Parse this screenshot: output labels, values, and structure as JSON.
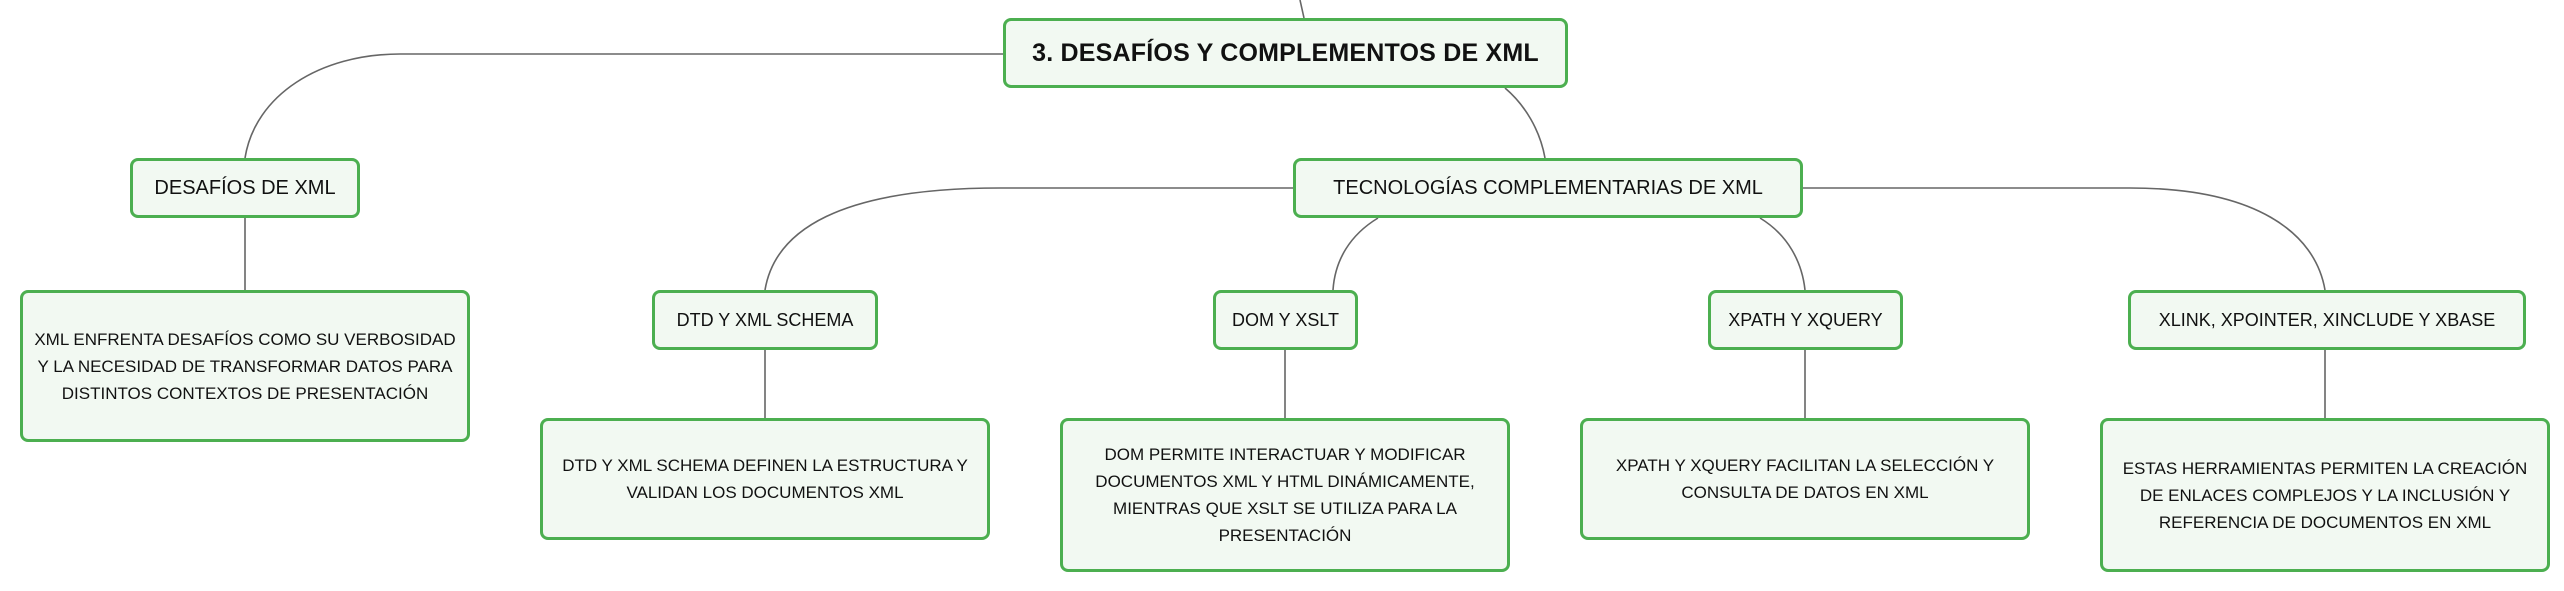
{
  "colors": {
    "node_border": "#4caf50",
    "node_fill": "#f2f9f2",
    "connector": "#666666"
  },
  "root": {
    "label": "3. DESAFÍOS Y COMPLEMENTOS DE XML"
  },
  "challenges": {
    "label": "DESAFÍOS DE XML",
    "detail": "XML ENFRENTA DESAFÍOS COMO SU VERBOSIDAD Y LA NECESIDAD DE TRANSFORMAR DATOS PARA DISTINTOS CONTEXTOS DE PRESENTACIÓN"
  },
  "technologies": {
    "label": "TECNOLOGÍAS COMPLEMENTARIAS DE XML",
    "items": [
      {
        "label": "DTD Y XML SCHEMA",
        "detail": "DTD Y XML SCHEMA DEFINEN LA ESTRUCTURA Y VALIDAN LOS DOCUMENTOS XML"
      },
      {
        "label": "DOM Y XSLT",
        "detail": "DOM PERMITE INTERACTUAR Y MODIFICAR DOCUMENTOS XML Y HTML DINÁMICAMENTE, MIENTRAS QUE XSLT SE UTILIZA PARA LA PRESENTACIÓN"
      },
      {
        "label": "XPATH Y XQUERY",
        "detail": "XPATH Y XQUERY FACILITAN LA SELECCIÓN Y CONSULTA DE DATOS EN XML"
      },
      {
        "label": "XLINK, XPOINTER, XINCLUDE Y XBASE",
        "detail": "ESTAS HERRAMIENTAS PERMITEN LA CREACIÓN DE ENLACES COMPLEJOS Y LA INCLUSIÓN Y REFERENCIA DE DOCUMENTOS EN XML"
      }
    ]
  }
}
